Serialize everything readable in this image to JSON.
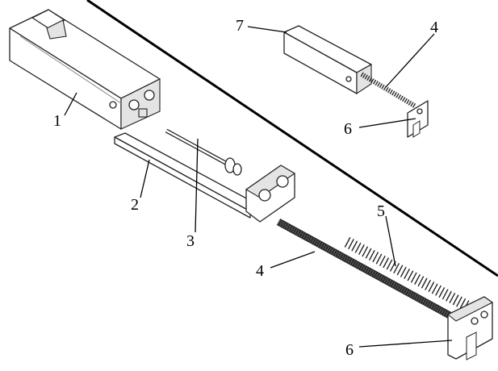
{
  "diagram": {
    "labels": {
      "part1": "1",
      "part2": "2",
      "part3": "3",
      "part4_bottom": "4",
      "part5": "5",
      "part6_bottom": "6",
      "part7": "7",
      "part4_top": "4",
      "part6_top": "6"
    }
  }
}
